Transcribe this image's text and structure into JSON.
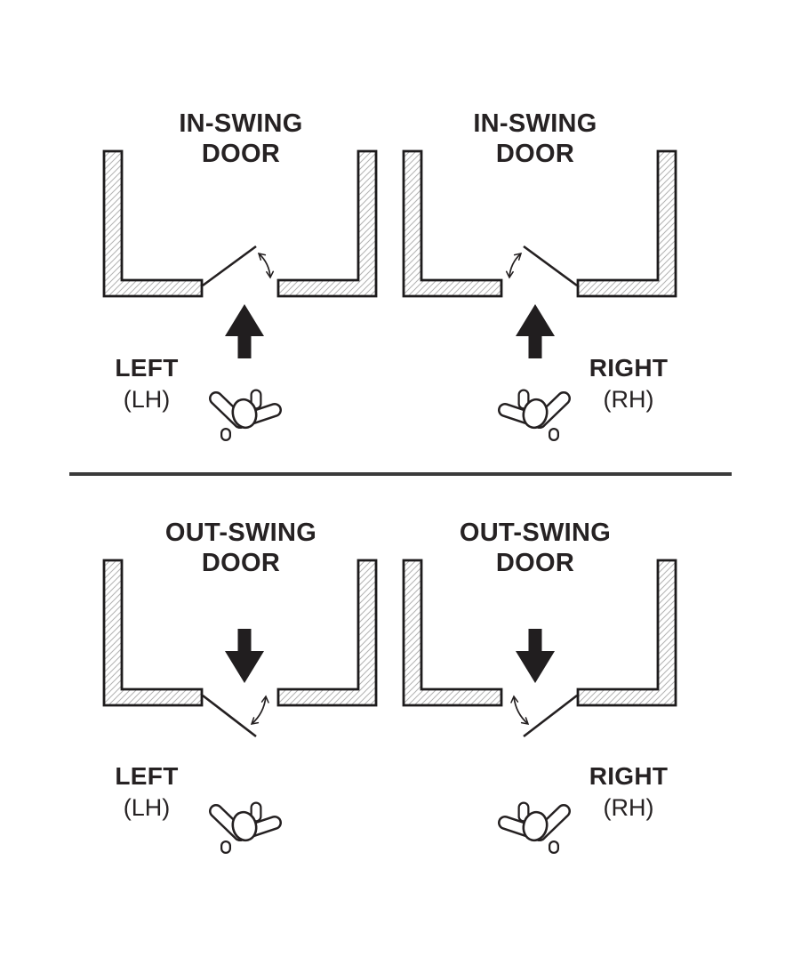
{
  "colors": {
    "background": "#ffffff",
    "ink": "#242021",
    "wall_hatch": "#b3b3b3",
    "divider": "#3a3a3a"
  },
  "icons": {
    "person": "top-view-person-icon",
    "swing_arc": "double-headed-arc-arrow-icon",
    "direction_arrow": "solid-direction-arrow-icon",
    "walls": "hatched-l-shaped-wall"
  },
  "diagrams": [
    {
      "id": "in-swing-left",
      "title_line1": "IN-SWING",
      "title_line2": "DOOR",
      "hand_label": "LEFT",
      "hand_code": "(LH)",
      "swing": "in",
      "side": "left"
    },
    {
      "id": "in-swing-right",
      "title_line1": "IN-SWING",
      "title_line2": "DOOR",
      "hand_label": "RIGHT",
      "hand_code": "(RH)",
      "swing": "in",
      "side": "right"
    },
    {
      "id": "out-swing-left",
      "title_line1": "OUT-SWING",
      "title_line2": "DOOR",
      "hand_label": "LEFT",
      "hand_code": "(LH)",
      "swing": "out",
      "side": "left"
    },
    {
      "id": "out-swing-right",
      "title_line1": "OUT-SWING",
      "title_line2": "DOOR",
      "hand_label": "RIGHT",
      "hand_code": "(RH)",
      "swing": "out",
      "side": "right"
    }
  ]
}
